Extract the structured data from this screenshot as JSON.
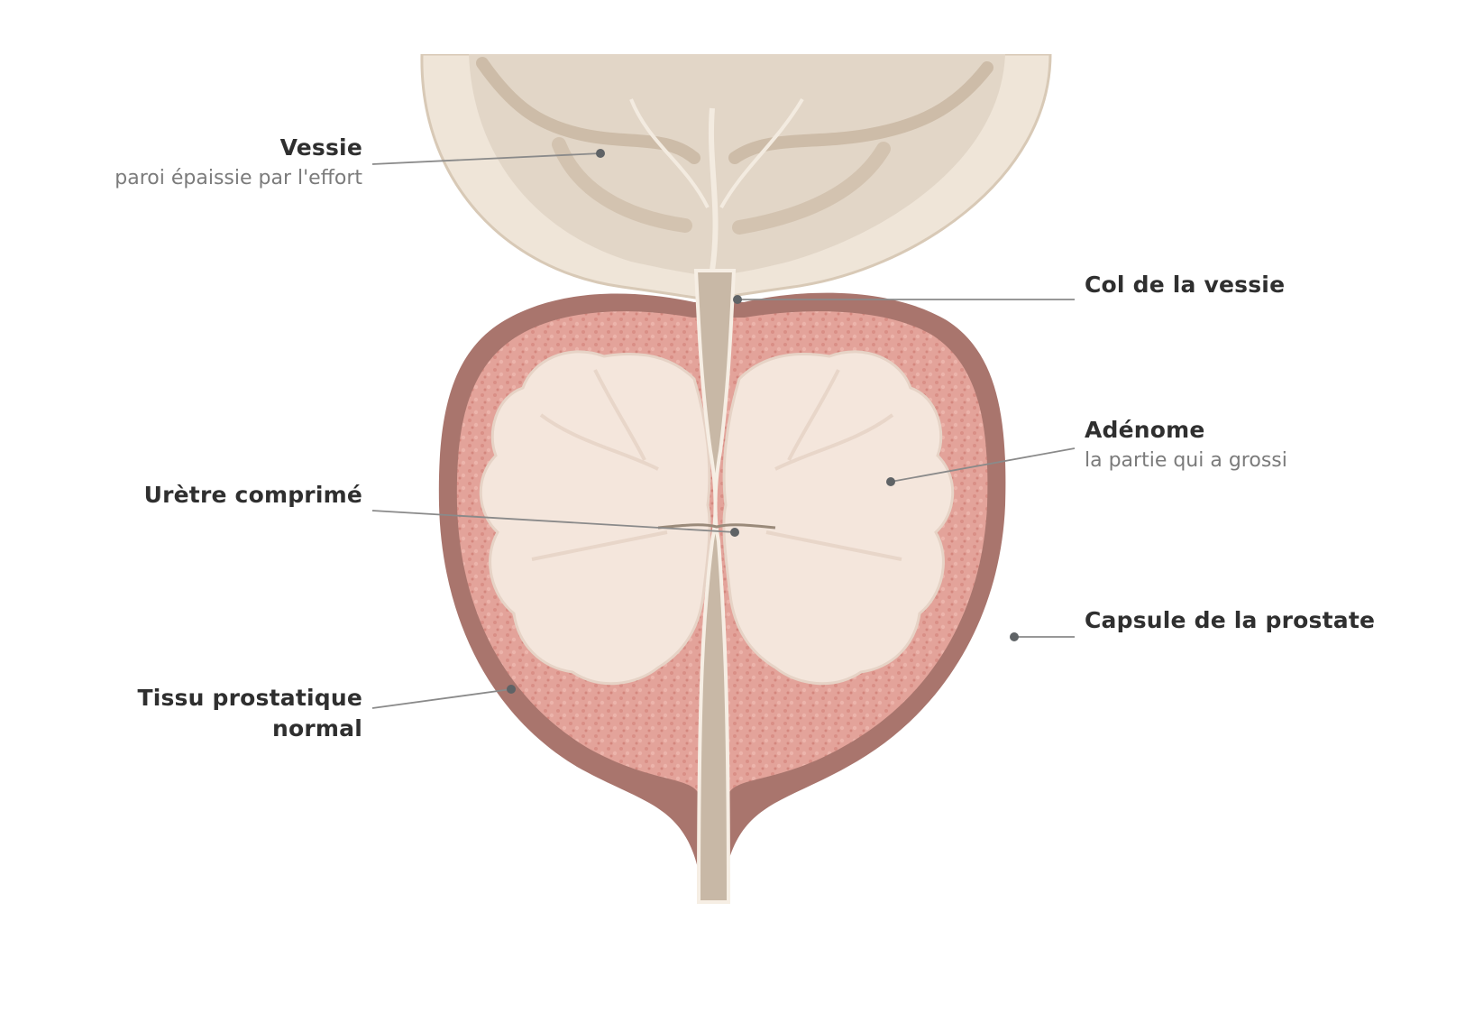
{
  "labels": {
    "vessie": {
      "title": "Vessie",
      "subtitle": "paroi épaissie par l'effort"
    },
    "col": {
      "title": "Col de la vessie"
    },
    "adenome": {
      "title": "Adénome",
      "subtitle": "la partie qui a grossi"
    },
    "uretre": {
      "title": "Urètre comprimé"
    },
    "capsule": {
      "title": "Capsule de la prostate"
    },
    "tissu": {
      "title": "Tissu prostatique normal"
    }
  },
  "colors": {
    "bladder_fill": "#e2d6c7",
    "bladder_wall": "#efe5d8",
    "bladder_fold": "#cdbca8",
    "capsule": "#a9756d",
    "prostate_tissue": "#e3a39a",
    "adenoma": "#f4e6dc",
    "urethra": "#c8b8a6",
    "leader_line": "#8a8a8a",
    "leader_dot": "#5f6366"
  }
}
